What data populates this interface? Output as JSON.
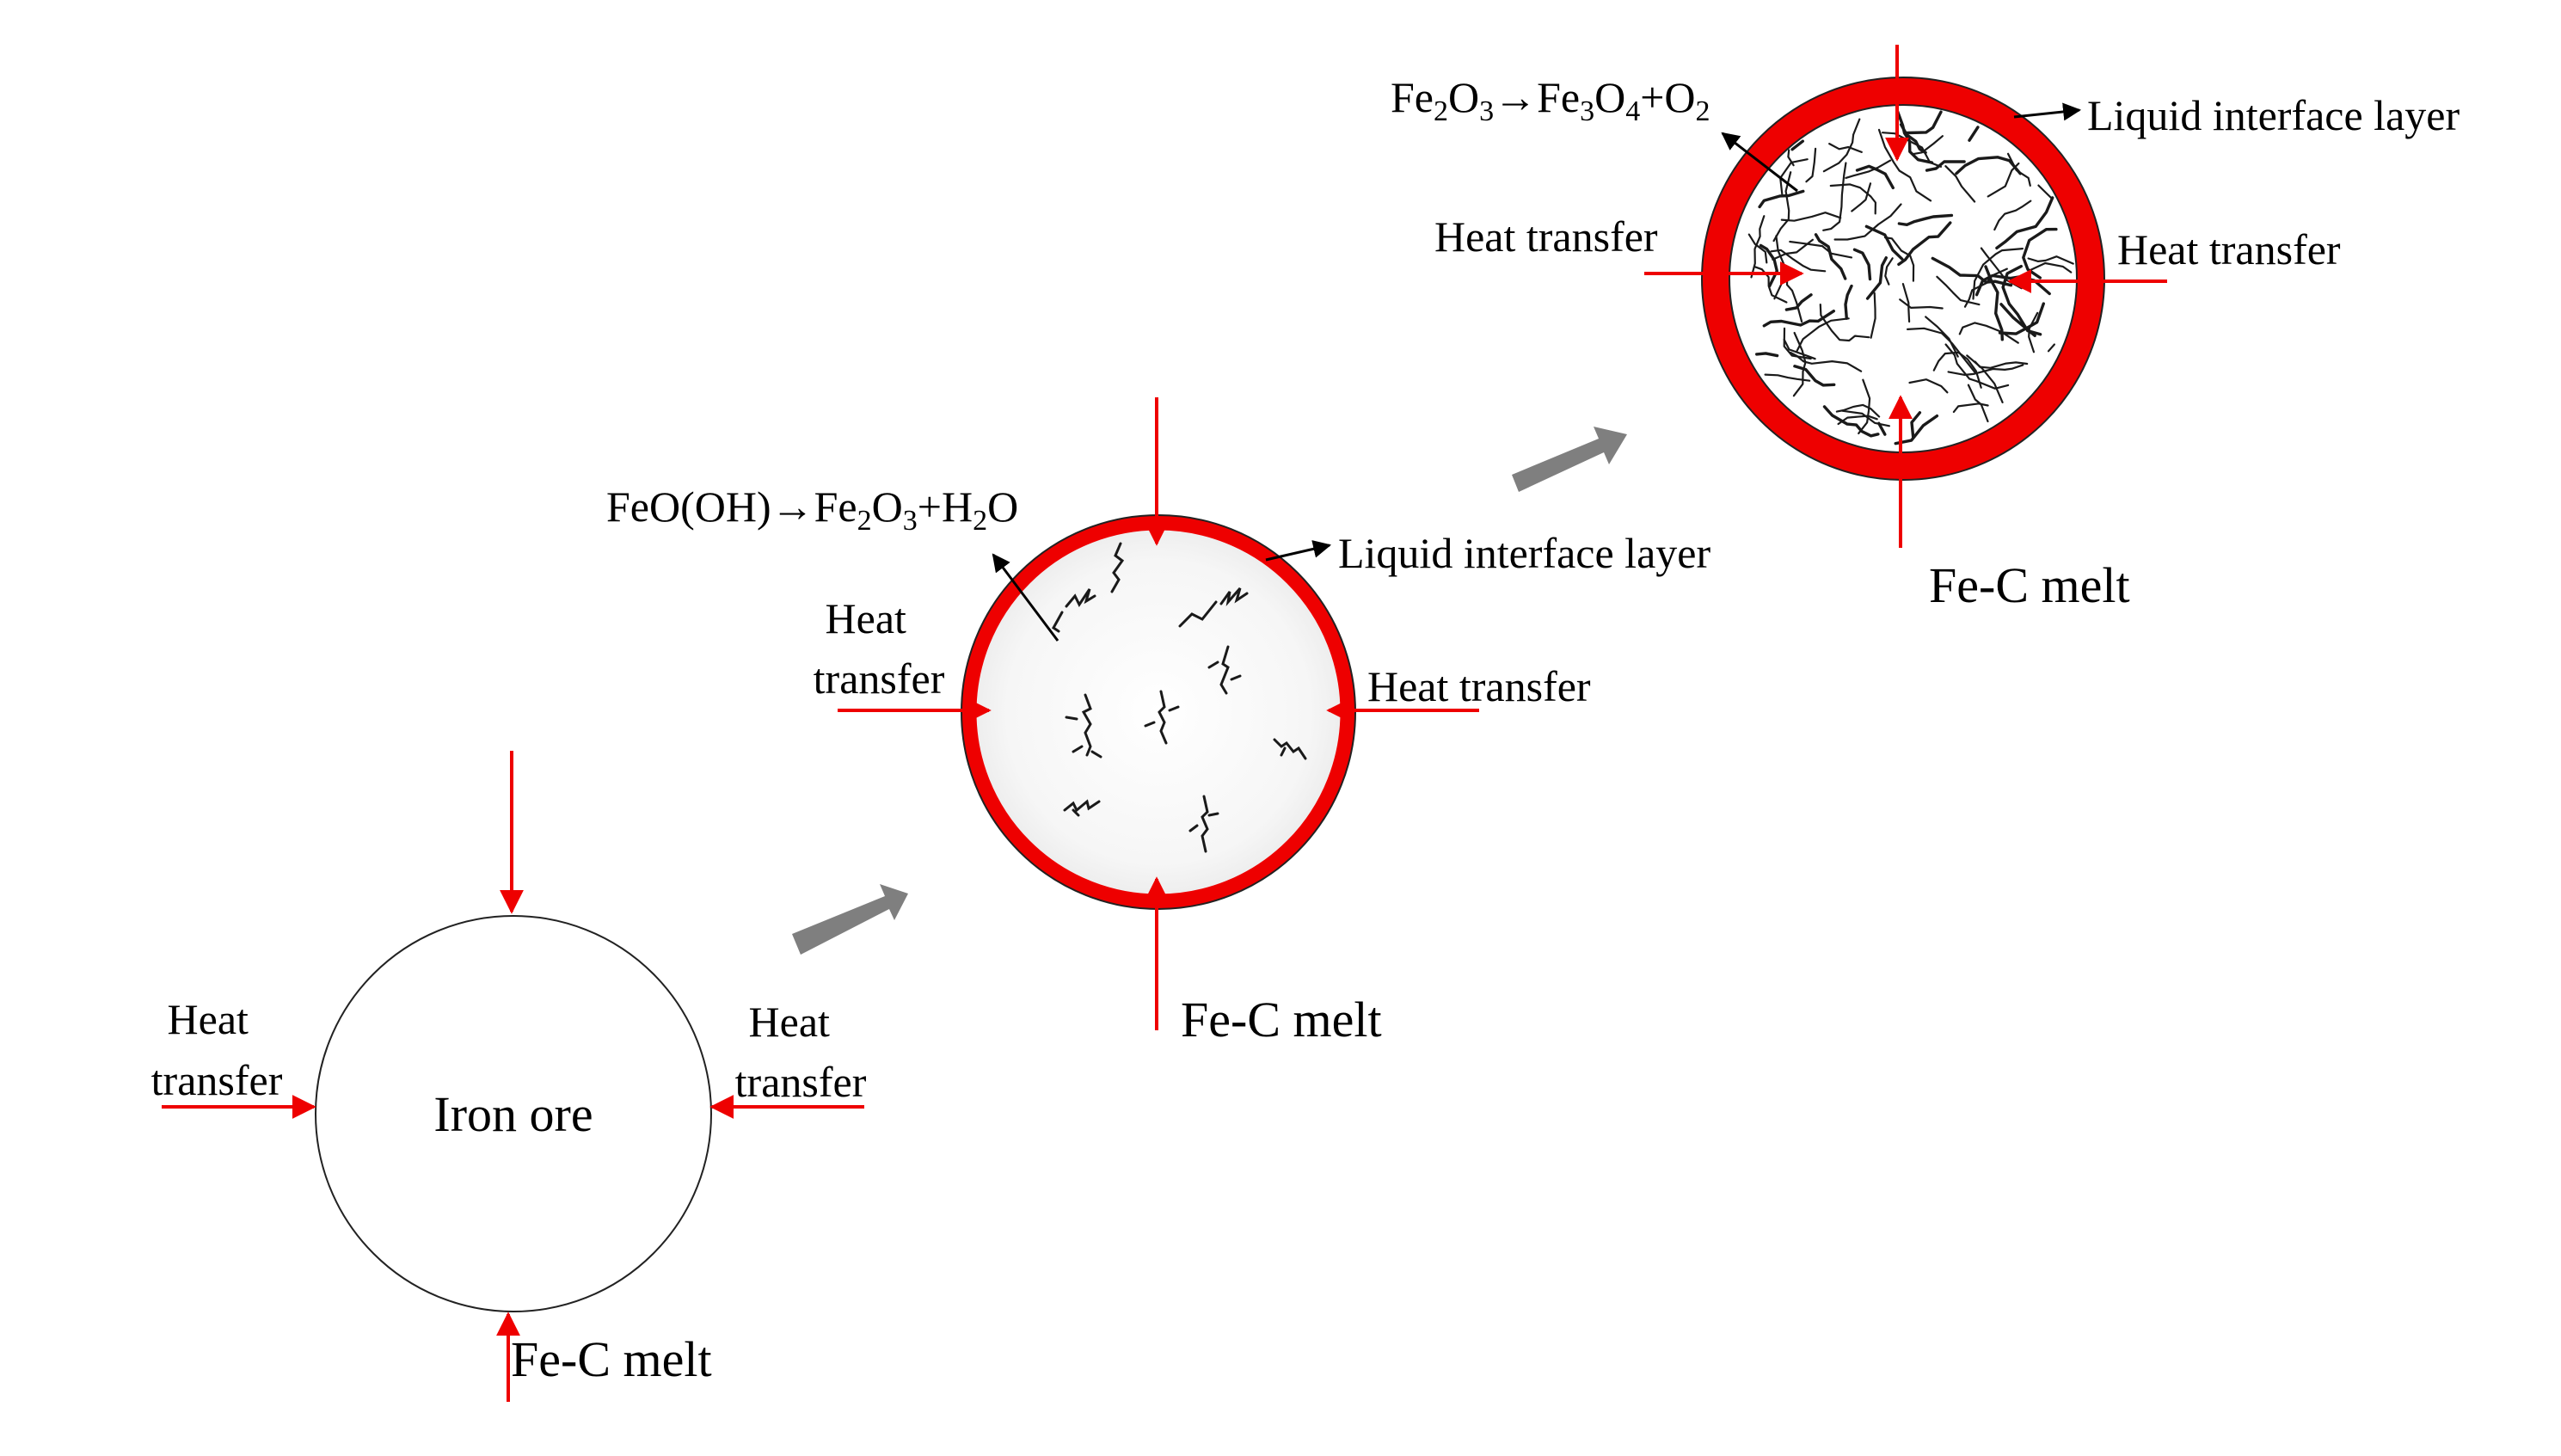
{
  "colors": {
    "heat_arrow": "#ee0000",
    "interface_layer": "#ee0000",
    "stage_arrow": "#7f7f7f",
    "outline": "#222222",
    "crack": "#1a1a1a"
  },
  "stages": [
    {
      "id": "stage-1",
      "center_label": "Iron ore",
      "heat_left": [
        "Heat",
        "transfer"
      ],
      "heat_right": [
        "Heat",
        "transfer"
      ],
      "melt_label": "Fe-C melt"
    },
    {
      "id": "stage-2",
      "reaction": {
        "pre": "FeO(OH)→Fe",
        "s1": "2",
        "mid1": "O",
        "s2": "3",
        "mid2": "+H",
        "s3": "2",
        "post": "O"
      },
      "heat_left": [
        "Heat",
        "transfer"
      ],
      "heat_right": "Heat transfer",
      "interface_label": "Liquid interface  layer",
      "melt_label": "Fe-C melt"
    },
    {
      "id": "stage-3",
      "reaction": {
        "pre": "Fe",
        "s1": "2",
        "mid1": "O",
        "s2": "3",
        "mid2": "→Fe",
        "s3": "3",
        "mid3": "O",
        "s4": "4",
        "mid4": "+O",
        "s5": "2"
      },
      "heat_left": "Heat transfer",
      "heat_right": "Heat transfer",
      "interface_label": "Liquid interface  layer",
      "melt_label": "Fe-C melt"
    }
  ]
}
